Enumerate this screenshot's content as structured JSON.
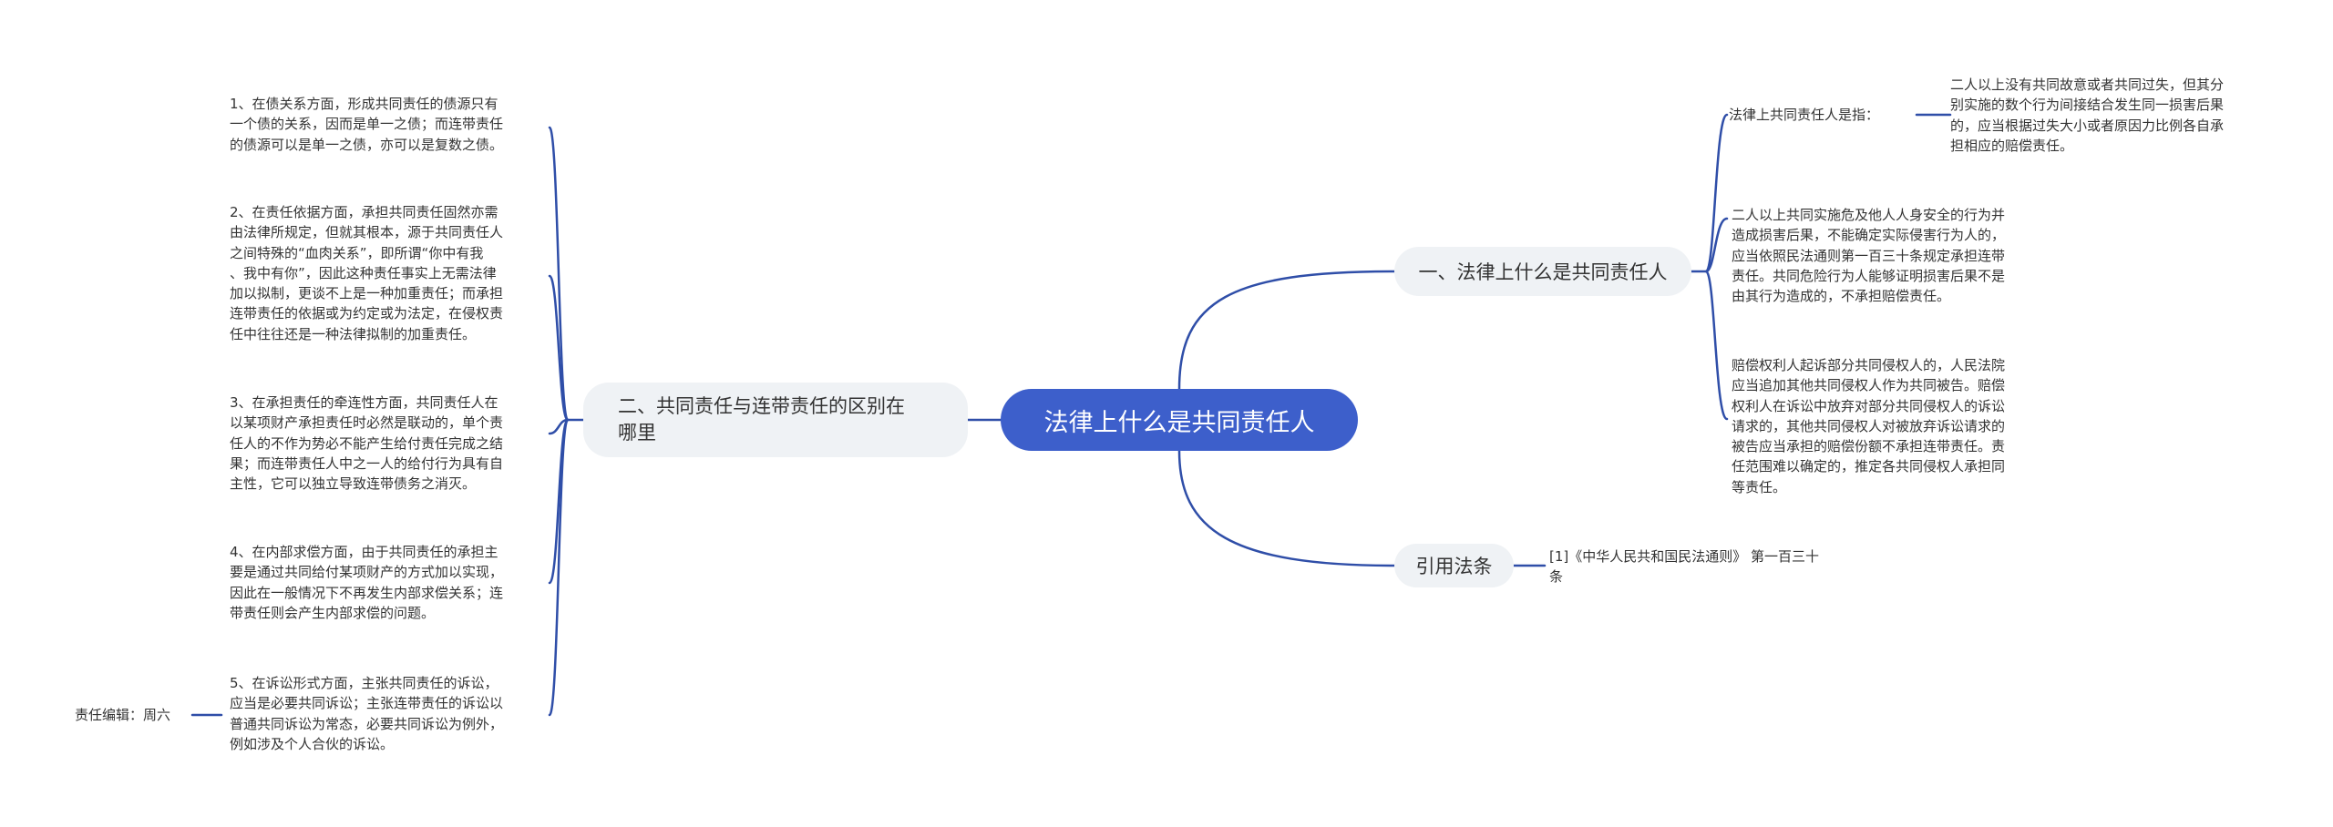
{
  "root": {
    "label": "法律上什么是共同责任人"
  },
  "branches": {
    "b1": {
      "label": "一、法律上什么是共同责任人",
      "sublabel": "法律上共同责任人是指：",
      "sublabel_leaf": "二人以上没有共同故意或者共同过失，但其分\n别实施的数个行为间接结合发生同一损害后果\n的，应当根据过失大小或者原因力比例各自承\n担相应的赔偿责任。",
      "leaves": [
        "二人以上共同实施危及他人人身安全的行为并\n造成损害后果，不能确定实际侵害行为人的，\n应当依照民法通则第一百三十条规定承担连带\n责任。共同危险行为人能够证明损害后果不是\n由其行为造成的，不承担赔偿责任。",
        "赔偿权利人起诉部分共同侵权人的，人民法院\n应当追加其他共同侵权人作为共同被告。赔偿\n权利人在诉讼中放弃对部分共同侵权人的诉讼\n请求的，其他共同侵权人对被放弃诉讼请求的\n被告应当承担的赔偿份额不承担连带责任。责\n任范围难以确定的，推定各共同侵权人承担同\n等责任。"
      ]
    },
    "b2": {
      "label": "引用法条",
      "leaf": "[1]《中华人民共和国民法通则》 第一百三十\n条"
    },
    "b3": {
      "label": "二、共同责任与连带责任的区别在\n哪里",
      "leaves": [
        "1、在债关系方面，形成共同责任的债源只有\n一个债的关系，因而是单一之债；而连带责任\n的债源可以是单一之债，亦可以是复数之债。",
        "2、在责任依据方面，承担共同责任固然亦需\n由法律所规定，但就其根本，源于共同责任人\n之间特殊的“血肉关系”，即所谓“你中有我\n、我中有你”，因此这种责任事实上无需法律\n加以拟制，更谈不上是一种加重责任；而承担\n连带责任的依据或为约定或为法定，在侵权责\n任中往往还是一种法律拟制的加重责任。",
        "3、在承担责任的牵连性方面，共同责任人在\n以某项财产承担责任时必然是联动的，单个责\n任人的不作为势必不能产生给付责任完成之结\n果；而连带责任人中之一人的给付行为具有自\n主性，它可以独立导致连带债务之消灭。",
        "4、在内部求偿方面，由于共同责任的承担主\n要是通过共同给付某项财产的方式加以实现，\n因此在一般情况下不再发生内部求偿关系；连\n带责任则会产生内部求偿的问题。",
        "5、在诉讼形式方面，主张共同责任的诉讼，\n应当是必要共同诉讼；主张连带责任的诉讼以\n普通共同诉讼为常态，必要共同诉讼为例外，\n例如涉及个人合伙的诉讼。"
      ],
      "editor": "责任编辑：周六"
    }
  },
  "colors": {
    "root_fill": "#3d5fcb",
    "branch_fill": "#eff2f5",
    "line": "#2f4ea8",
    "text": "#333333"
  }
}
